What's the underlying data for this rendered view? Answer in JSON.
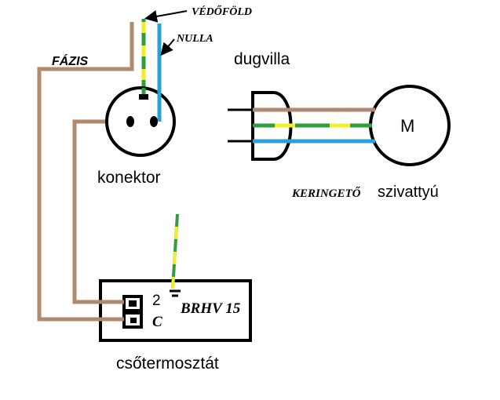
{
  "labels": {
    "vedofold": "VÉDŐFÖLD",
    "nulla": "NULLA",
    "fazis": "FÁZIS",
    "dugvilla": "dugvilla",
    "konektor": "konektor",
    "motor_symbol": "M",
    "keringeto": "KERINGETŐ",
    "szivattyu": "szivattyú",
    "terminal_2": "2",
    "terminal_c": "C",
    "thermostat_model": "BRHV 15",
    "thermostat_name": "csőtermosztát"
  },
  "colors": {
    "phase_wire": "#b08a6e",
    "neutral_wire": "#2b9fd6",
    "earth_wire_green": "#2e9e3e",
    "earth_wire_yellow": "#f4ee2a",
    "outline": "#000000"
  }
}
